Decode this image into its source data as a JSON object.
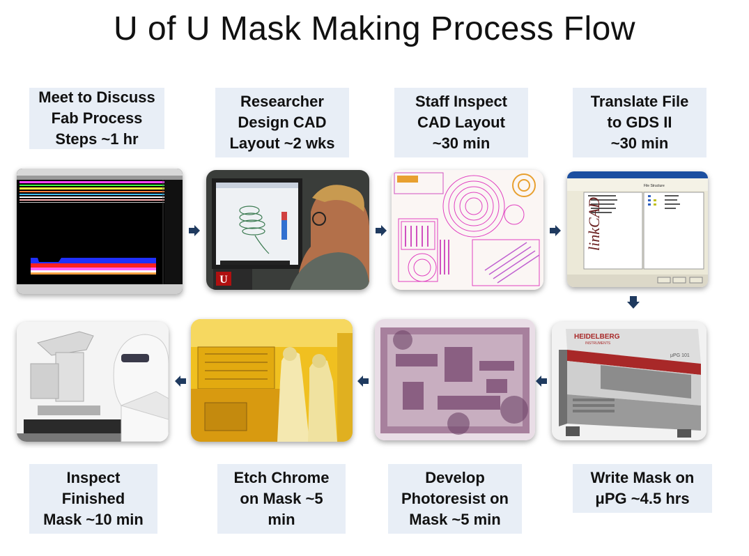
{
  "title": "U of U Mask Making Process Flow",
  "colors": {
    "arrow": "#1f3a5f",
    "label_bg": "#e8eef6"
  },
  "steps": [
    {
      "label": "Meet to Discuss\nFab Process\nSteps ~1 hr",
      "image": "cad-layer-stack-screenshot"
    },
    {
      "label": "Researcher\nDesign CAD\nLayout ~2 wks",
      "image": "researcher-at-monitor-photo"
    },
    {
      "label": "Staff Inspect\nCAD Layout\n~30 min",
      "image": "cad-layout-pattern"
    },
    {
      "label": "Translate File\nto GDS II\n~30 min",
      "image": "linkcad-software-window"
    },
    {
      "label": "Write Mask on\nμPG ~4.5 hrs",
      "image": "heidelberg-upg101-machine"
    },
    {
      "label": "Develop\nPhotoresist on\nMask ~5 min",
      "image": "developed-photoresist-mask"
    },
    {
      "label": "Etch Chrome\non Mask ~5\nmin",
      "image": "cleanroom-yellow-light-photo"
    },
    {
      "label": "Inspect\nFinished\nMask ~10 min",
      "image": "microscope-inspection-photo"
    }
  ],
  "screens": {
    "linkcad_logo": "linkCAD",
    "linkcad_header": "File Structure",
    "heidelberg_brand": "HEIDELBERG",
    "heidelberg_sub": "INSTRUMENTS",
    "heidelberg_model": "μPG 101"
  }
}
